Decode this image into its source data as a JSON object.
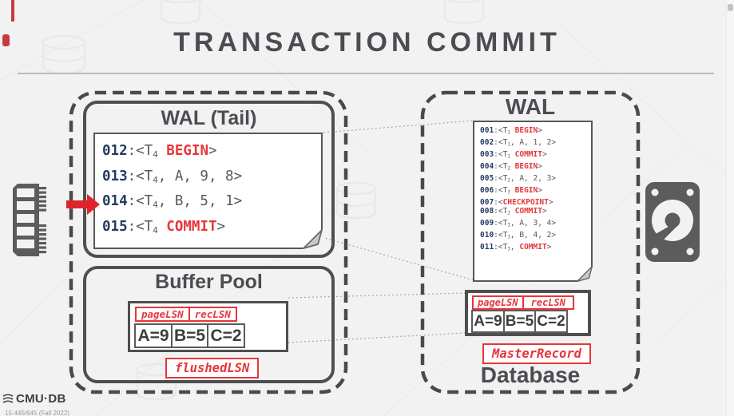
{
  "slide": {
    "title": "TRANSACTION COMMIT",
    "footer_logo": "CMU·DB",
    "footer_course": "15-445/645 (Fall 2022)"
  },
  "memory_panel": {
    "wal_tail": {
      "title": "WAL (Tail)",
      "entries": [
        [
          {
            "t": "012",
            "s": "lsn"
          },
          {
            "t": ":<T",
            "s": "g"
          },
          {
            "t": "4",
            "s": "sub"
          },
          {
            "t": " ",
            "s": "g"
          },
          {
            "t": "BEGIN",
            "s": "red"
          },
          {
            "t": ">",
            "s": "g"
          }
        ],
        [
          {
            "t": "013",
            "s": "lsn"
          },
          {
            "t": ":<T",
            "s": "g"
          },
          {
            "t": "4",
            "s": "sub"
          },
          {
            "t": ", A, 9, 8>",
            "s": "g"
          }
        ],
        [
          {
            "t": "014",
            "s": "lsn"
          },
          {
            "t": ":<T",
            "s": "g"
          },
          {
            "t": "4",
            "s": "sub"
          },
          {
            "t": ", B, 5, 1>",
            "s": "g"
          }
        ],
        [
          {
            "t": "015",
            "s": "lsn"
          },
          {
            "t": ":<T",
            "s": "g"
          },
          {
            "t": "4",
            "s": "sub"
          },
          {
            "t": " ",
            "s": "g"
          },
          {
            "t": "COMMIT",
            "s": "red"
          },
          {
            "t": ">",
            "s": "g"
          }
        ]
      ]
    },
    "buffer_pool": {
      "title": "Buffer Pool",
      "page_lsn_label": "pageLSN",
      "rec_lsn_label": "recLSN",
      "cells": [
        "A=9",
        "B=5",
        "C=2"
      ],
      "flushed_lsn_label": "flushedLSN"
    }
  },
  "disk_panel": {
    "wal": {
      "title": "WAL",
      "entries": [
        [
          {
            "t": "001",
            "s": "lsn"
          },
          {
            "t": ":<T",
            "s": "g"
          },
          {
            "t": "1",
            "s": "sub"
          },
          {
            "t": " ",
            "s": "g"
          },
          {
            "t": "BEGIN",
            "s": "red"
          },
          {
            "t": ">",
            "s": "g"
          }
        ],
        [
          {
            "t": "002",
            "s": "lsn"
          },
          {
            "t": ":<T",
            "s": "g"
          },
          {
            "t": "1",
            "s": "sub"
          },
          {
            "t": ", A, 1, 2>",
            "s": "g"
          }
        ],
        [
          {
            "t": "003",
            "s": "lsn"
          },
          {
            "t": ":<T",
            "s": "g"
          },
          {
            "t": "1",
            "s": "sub"
          },
          {
            "t": " ",
            "s": "g"
          },
          {
            "t": "COMMIT",
            "s": "red"
          },
          {
            "t": ">",
            "s": "g"
          }
        ],
        [
          {
            "t": "004",
            "s": "lsn"
          },
          {
            "t": ":<T",
            "s": "g"
          },
          {
            "t": "2",
            "s": "sub"
          },
          {
            "t": " ",
            "s": "g"
          },
          {
            "t": "BEGIN",
            "s": "red"
          },
          {
            "t": ">",
            "s": "g"
          }
        ],
        [
          {
            "t": "005",
            "s": "lsn"
          },
          {
            "t": ":<T",
            "s": "g"
          },
          {
            "t": "2",
            "s": "sub"
          },
          {
            "t": ", A, 2, 3>",
            "s": "g"
          }
        ],
        [
          {
            "t": "006",
            "s": "lsn"
          },
          {
            "t": ":<T",
            "s": "g"
          },
          {
            "t": "3",
            "s": "sub"
          },
          {
            "t": " ",
            "s": "g"
          },
          {
            "t": "BEGIN",
            "s": "red"
          },
          {
            "t": ">",
            "s": "g"
          }
        ],
        [
          {
            "t": "007",
            "s": "lsn"
          },
          {
            "t": ":<",
            "s": "g"
          },
          {
            "t": "CHECKPOINT",
            "s": "red"
          },
          {
            "t": ">",
            "s": "g"
          }
        ],
        [
          {
            "t": "008",
            "s": "lsn"
          },
          {
            "t": ":<T",
            "s": "g"
          },
          {
            "t": "2",
            "s": "sub"
          },
          {
            "t": " ",
            "s": "g"
          },
          {
            "t": "COMMIT",
            "s": "red"
          },
          {
            "t": ">",
            "s": "g"
          }
        ],
        [
          {
            "t": "009",
            "s": "lsn"
          },
          {
            "t": ":<T",
            "s": "g"
          },
          {
            "t": "3",
            "s": "sub"
          },
          {
            "t": ", A, 3, 4>",
            "s": "g"
          }
        ],
        [
          {
            "t": "010",
            "s": "lsn"
          },
          {
            "t": ":<T",
            "s": "g"
          },
          {
            "t": "3",
            "s": "sub"
          },
          {
            "t": ", B, 4, 2>",
            "s": "g"
          }
        ],
        [
          {
            "t": "011",
            "s": "lsn"
          },
          {
            "t": ":<T",
            "s": "g"
          },
          {
            "t": "3",
            "s": "sub"
          },
          {
            "t": ", ",
            "s": "g"
          },
          {
            "t": "COMMIT",
            "s": "red"
          },
          {
            "t": ">",
            "s": "g"
          }
        ]
      ]
    },
    "database": {
      "title": "Database",
      "page_lsn_label": "pageLSN",
      "rec_lsn_label": "recLSN",
      "cells": [
        "A=9",
        "B=5",
        "C=2"
      ],
      "master_record_label": "MasterRecord"
    }
  },
  "icons": {
    "left": "memory-icon",
    "right": "hard-disk-icon"
  },
  "colors": {
    "accent_red": "#e8353a",
    "arrow_red": "#e02329",
    "lsn_number_navy": "#253a63",
    "log_text_gray": "#595959",
    "heading_gray": "#4c4c52"
  }
}
